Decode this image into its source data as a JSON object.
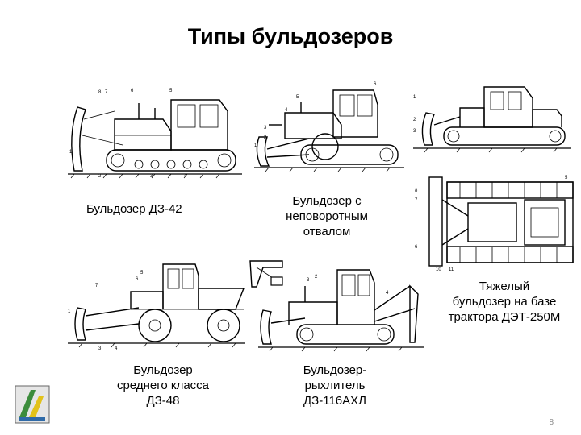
{
  "slide": {
    "title": "Типы бульдозеров",
    "page_number": "8"
  },
  "captions": {
    "dz42": "Бульдозер ДЗ-42",
    "fixed_blade": [
      "Бульдозер с",
      "неповоротным",
      "отвалом"
    ],
    "heavy": [
      "Тяжелый",
      "бульдозер на базе",
      "трактора ДЭТ-250М"
    ],
    "medium": [
      "Бульдозер",
      "среднего класса",
      "ДЗ-48"
    ],
    "ripper": [
      "Бульдозер-",
      "рыхлитель",
      "ДЗ-116АХЛ"
    ]
  },
  "icons": {
    "logo": "university-logo-icon"
  }
}
